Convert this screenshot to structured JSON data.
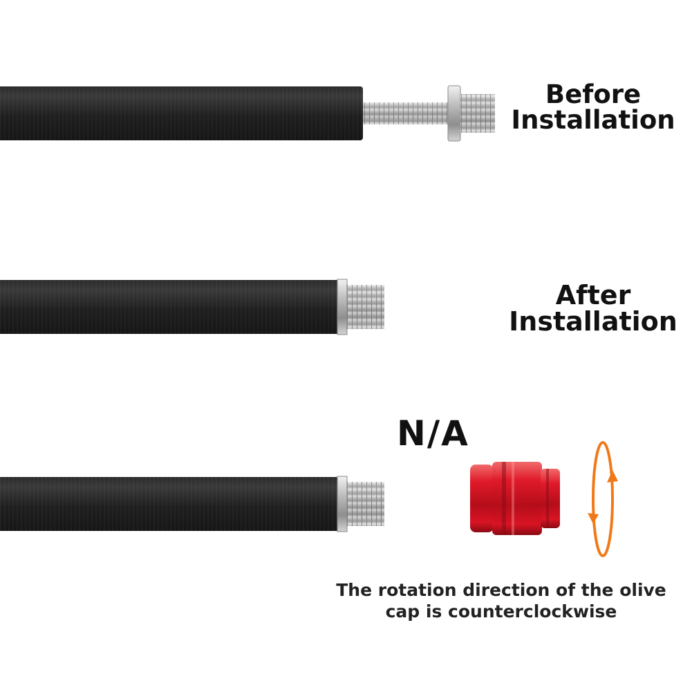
{
  "step_before": {
    "line1": "Before",
    "line2": "Installation"
  },
  "step_after": {
    "line1": "After",
    "line2": "Installation"
  },
  "na_label": "N/A",
  "caption": {
    "line1": "The rotation direction of the olive",
    "line2": "cap is counterclockwise"
  },
  "colors": {
    "hose": "#1e1e1e",
    "metal": "#c8c8c8",
    "olive_cap": "#d81424",
    "rotation_arrow": "#f07a1a"
  },
  "icons": [
    "bolt-fitting",
    "threaded-end",
    "olive-cap",
    "counterclockwise-rotation-icon"
  ]
}
